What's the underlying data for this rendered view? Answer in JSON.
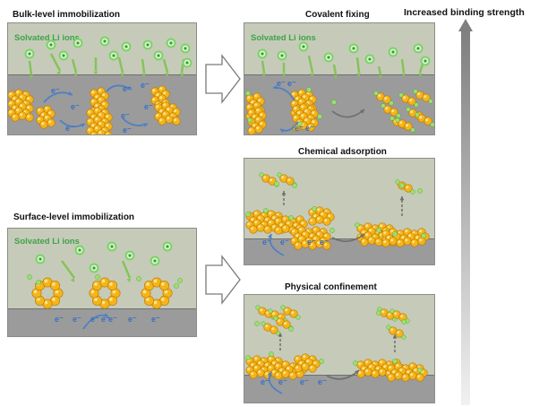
{
  "titles": {
    "bulk": "Bulk-level immobilization",
    "surface": "Surface-level immobilization",
    "covalent": "Covalent fixing",
    "chemical": "Chemical adsorption",
    "physical": "Physical confinement",
    "strength": "Increased binding strength"
  },
  "ion_label": "Solvated Li ions",
  "electron_label": "e⁻",
  "colors": {
    "panel_bg": "#c6cbb9",
    "electrode": "#9b9b9b",
    "ion_green": "#7ed36a",
    "label_green": "#3fa24a",
    "electron_blue": "#4f80c5",
    "polysulfide_gold": "#f3b51a"
  }
}
